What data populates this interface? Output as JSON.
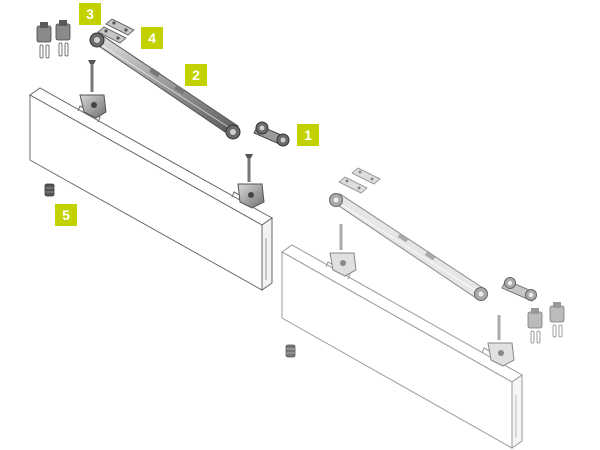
{
  "callouts": [
    {
      "label": "1",
      "part": "front-trolley"
    },
    {
      "label": "2",
      "part": "rail-profile"
    },
    {
      "label": "3",
      "part": "end-clips"
    },
    {
      "label": "4",
      "part": "mounting-plates"
    },
    {
      "label": "5",
      "part": "bumper-stop"
    }
  ],
  "colors": {
    "callout_bg": "#c2d200",
    "callout_text": "#ffffff",
    "outline": "#6a6a6a",
    "outline_light": "#9a9a9a",
    "metal_dark": "#555555",
    "metal_mid": "#8a8a8a",
    "metal_light": "#c6c6c6",
    "panel_fill": "#ffffff"
  }
}
